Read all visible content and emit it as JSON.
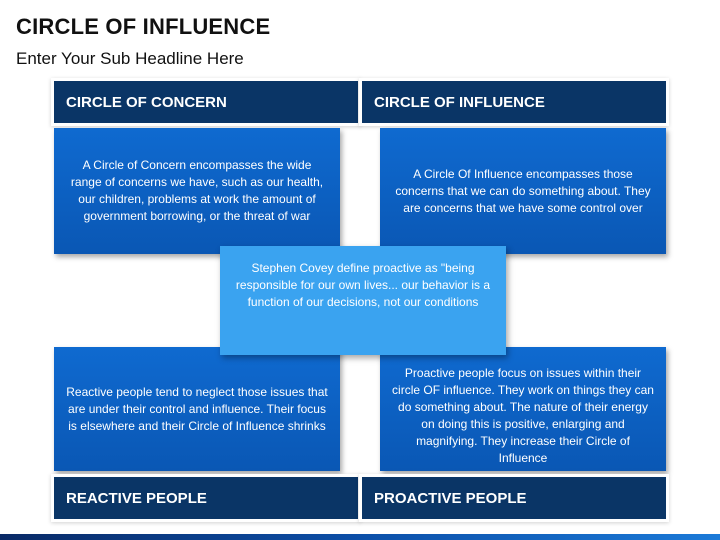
{
  "title": "CIRCLE OF INFLUENCE",
  "subtitle": "Enter Your Sub Headline Here",
  "headers": {
    "concern": "CIRCLE OF CONCERN",
    "influence": "CIRCLE OF INFLUENCE",
    "reactive": "REACTIVE PEOPLE",
    "proactive": "PROACTIVE PEOPLE"
  },
  "boxes": {
    "concern": "A Circle of Concern encompasses the wide range of concerns we have, such as our health, our children, problems at work the amount of government borrowing, or the threat of war",
    "influence": "A Circle Of Influence encompasses those concerns that we can do something about. They are concerns that we have some control over",
    "reactive": "Reactive people tend to neglect those issues that are under their control and influence. Their focus is elsewhere and their Circle of Influence shrinks",
    "proactive": "Proactive people focus on issues within their circle OF influence. They work on things they can do something about. The nature of their energy on doing this is positive, enlarging and magnifying. They increase their Circle of Influence"
  },
  "center": "Stephen Covey define proactive as \"being responsible for our own lives... our behavior is a function of our decisions, not our conditions",
  "colors": {
    "header": "#0a3566",
    "box": "#0a5fc0",
    "center": "#3aa3f0"
  }
}
